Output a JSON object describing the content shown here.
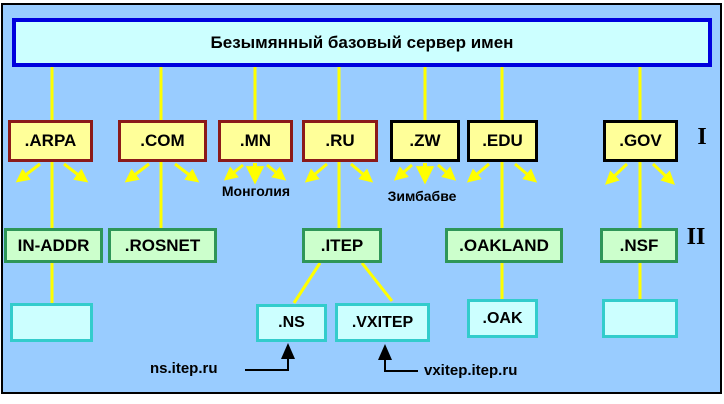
{
  "nodes": {
    "root": "Безымянный базовый сервер имен",
    "arpa": ".ARPA",
    "com": ".COM",
    "mn": ".MN",
    "ru": ".RU",
    "zw": ".ZW",
    "edu": ".EDU",
    "gov": ".GOV",
    "in_addr": "IN-ADDR",
    "rosnet": ".ROSNET",
    "itep": ".ITEP",
    "oakland": ".OAKLAND",
    "nsf": ".NSF",
    "ns": ".NS",
    "vxitep": ".VXITEP",
    "oak": ".OAK",
    "empty_left": "",
    "empty_right": ""
  },
  "annotations": {
    "mongolia": "Монголия",
    "zimbabwe": "Зимбабве",
    "ns_host": "ns.itep.ru",
    "vxitep_host": "vxitep.itep.ru",
    "level_one_numeral": "I",
    "level_two_numeral": "II"
  },
  "colors": {
    "canvas_background": "#99CCFF",
    "frame_border": "#000000",
    "root_fill": "#CCFFFF",
    "root_border": "#0000DD",
    "tld_fill": "#FFFF99",
    "tld_border_dark_red": "#8B1A1A",
    "tld_border_black": "#000000",
    "zone_fill": "#CCFFCC",
    "zone_border": "#2E9658",
    "host_fill": "#CCFFFF",
    "host_border": "#33CCCC",
    "connector_yellow": "#FFFF00",
    "pointer_black": "#000000"
  }
}
